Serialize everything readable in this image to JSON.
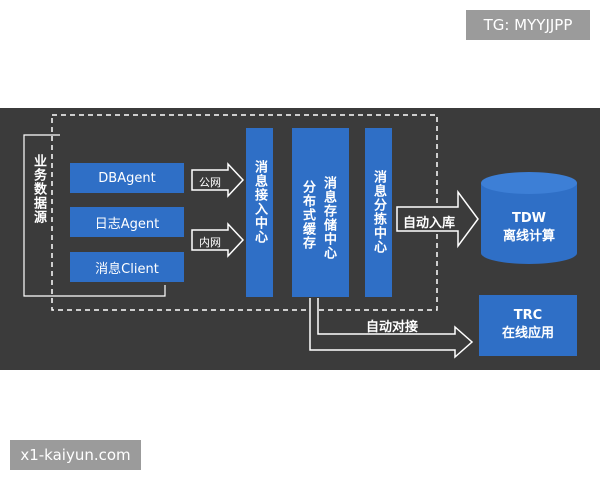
{
  "watermarks": {
    "top_right": "TG: MYYJJPP",
    "bottom_left": "x1-kaiyun.com"
  },
  "diagram": {
    "source_label": "业务数据源",
    "agents": [
      "DBAgent",
      "日志Agent",
      "消息Client"
    ],
    "arrow_public": "公网",
    "arrow_private": "内网",
    "center_boxes": {
      "access": "消息接入中心",
      "storage": "消息存储中心",
      "cache": "分布式缓存",
      "distribution": "消息分拣中心"
    },
    "auto_import": "自动入库",
    "auto_connect": "自动对接",
    "tdw": {
      "title": "TDW",
      "subtitle": "离线计算"
    },
    "trc": {
      "title": "TRC",
      "subtitle": "在线应用"
    },
    "colors": {
      "panel": "#3b3b3b",
      "box_blue": "#2f6fc6",
      "arrow_outline": "#ffffff"
    }
  }
}
